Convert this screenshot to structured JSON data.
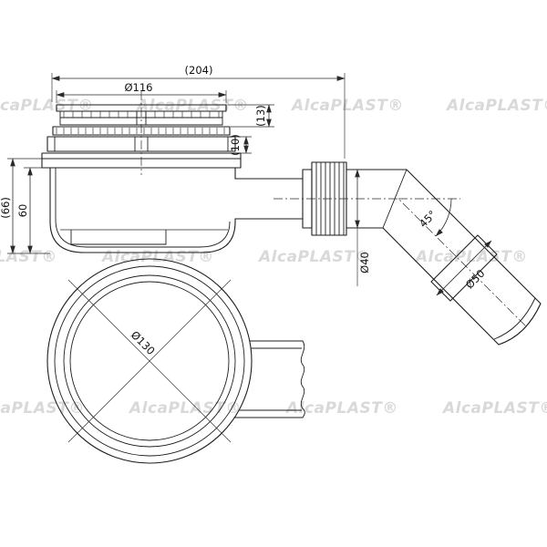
{
  "dims": {
    "d204": "(204)",
    "d116": "Ø116",
    "d13": "(13)",
    "d10": "(10)",
    "d60": "60",
    "d66": "(66)",
    "d40": "Ø40",
    "d45": "45°",
    "d50": "Ø50",
    "d130": "Ø130"
  },
  "watermark": {
    "text": "AlcaPLAST®",
    "color": "#d9d9d9",
    "positions": [
      [
        -20,
        121
      ],
      [
        150,
        121
      ],
      [
        320,
        121
      ],
      [
        490,
        121
      ],
      [
        -60,
        287
      ],
      [
        112,
        287
      ],
      [
        284,
        287
      ],
      [
        456,
        287
      ],
      [
        -30,
        453
      ],
      [
        142,
        453
      ],
      [
        314,
        453
      ],
      [
        486,
        453
      ]
    ]
  },
  "colors": {
    "background": "#ffffff",
    "line": "#1e1e1e",
    "dim": "#2a2a2a"
  }
}
